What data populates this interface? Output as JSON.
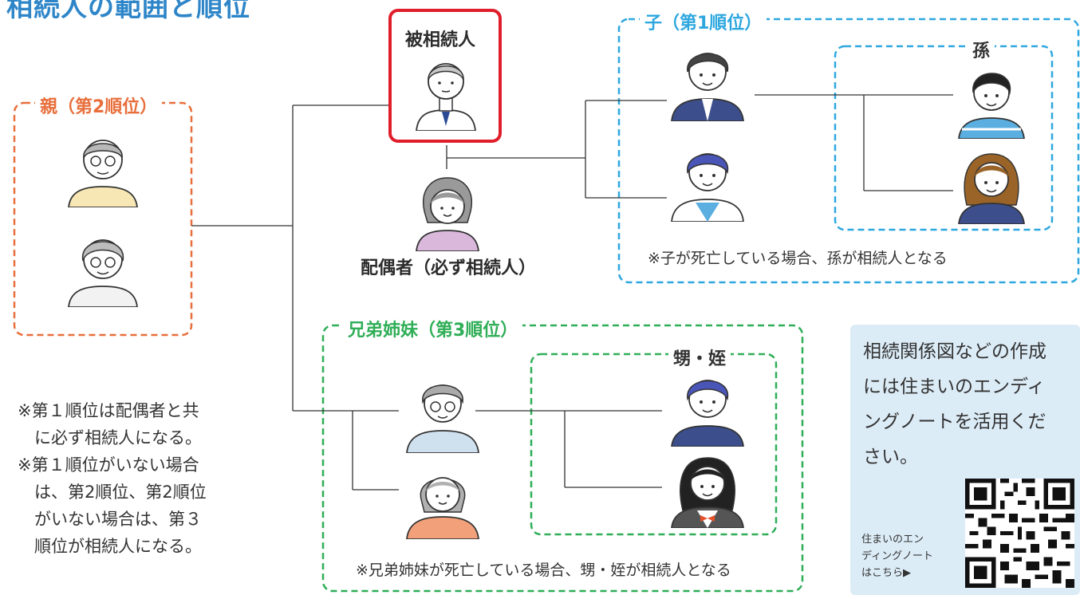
{
  "title": "相続人の範囲と順位",
  "colors": {
    "title": "#2e86c9",
    "deceased_border": "#e01e2b",
    "parents": "#e86f3c",
    "children": "#2ea7df",
    "siblings": "#2fae57",
    "info_bg": "#dcecf7"
  },
  "deceased": {
    "label": "被相続人"
  },
  "spouse": {
    "label": "配偶者（必ず相続人）"
  },
  "parents": {
    "label": "親（第2順位）"
  },
  "children": {
    "label": "子（第1順位）",
    "note": "※子が死亡している場合、孫が相続人となる"
  },
  "grandchildren": {
    "label": "孫"
  },
  "siblings": {
    "label": "兄弟姉妹（第3順位）",
    "note": "※兄弟姉妹が死亡している場合、甥・姪が相続人となる"
  },
  "nephews": {
    "label": "甥・姪"
  },
  "side_notes": [
    "※第１順位は配偶者と共",
    "　に必ず相続人になる。",
    "※第１順位がいない場合",
    "　は、第2順位、第2順位",
    "　がいない場合は、第３",
    "　順位が相続人になる。"
  ],
  "info": {
    "lines": [
      "相続関係図などの作成",
      "には住まいのエンディ",
      "ングノートを活用くだ",
      "さい。"
    ],
    "qr_label": [
      "住まいのエン",
      "ディングノート",
      "はこちら▶"
    ]
  }
}
